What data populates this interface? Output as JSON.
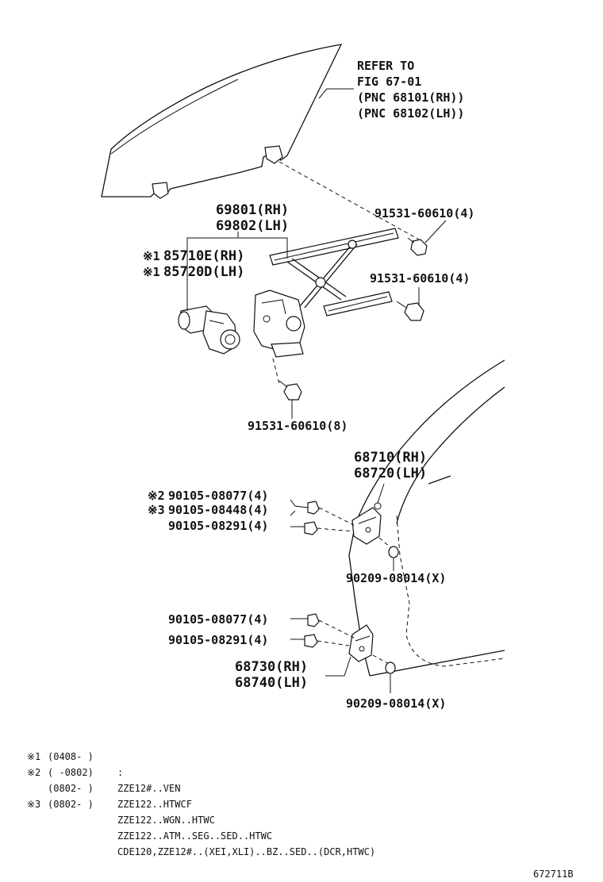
{
  "refer": {
    "line1": "REFER TO",
    "line2": "FIG 67-01",
    "line3": "(PNC 68101(RH))",
    "line4": "(PNC 68102(LH))"
  },
  "callouts": {
    "bolt_upper_1": "91531-60610(4)",
    "bolt_upper_2": "91531-60610(4)",
    "bolt_lower": "91531-60610(8)",
    "regulator_rh": "69801(RH)",
    "regulator_lh": "69802(LH)",
    "motor_rh_mark": "※1",
    "motor_rh": "85710E(RH)",
    "motor_lh_mark": "※1",
    "motor_lh": "85720D(LH)",
    "upper_hinge_rh": "68710(RH)",
    "upper_hinge_lh": "68720(LH)",
    "bolt_a_mark": "※2",
    "bolt_a": "90105-08077(4)",
    "bolt_b_mark": "※3",
    "bolt_b": "90105-08448(4)",
    "bolt_c": "90105-08291(4)",
    "nut_upper": "90209-08014(X)",
    "bolt_d": "90105-08077(4)",
    "bolt_e": "90105-08291(4)",
    "lower_hinge_rh": "68730(RH)",
    "lower_hinge_lh": "68740(LH)",
    "nut_lower": "90209-08014(X)"
  },
  "notes": [
    {
      "mark": "※1",
      "range": "(0408-      )",
      "text": ""
    },
    {
      "mark": "※2",
      "range": "(      -0802)",
      "text": ":"
    },
    {
      "mark": "",
      "range": "(0802-      )",
      "text": "ZZE12#..VEN"
    },
    {
      "mark": "※3",
      "range": "(0802-      )",
      "text": "ZZE122..HTWCF"
    },
    {
      "mark": "",
      "range": "",
      "text": "ZZE122..WGN..HTWC"
    },
    {
      "mark": "",
      "range": "",
      "text": "ZZE122..ATM..SEG..SED..HTWC"
    },
    {
      "mark": "",
      "range": "",
      "text": "CDE120,ZZE12#..(XEI,XLI)..BZ..SED..(DCR,HTWC)"
    }
  ],
  "figure_id": "672711B"
}
